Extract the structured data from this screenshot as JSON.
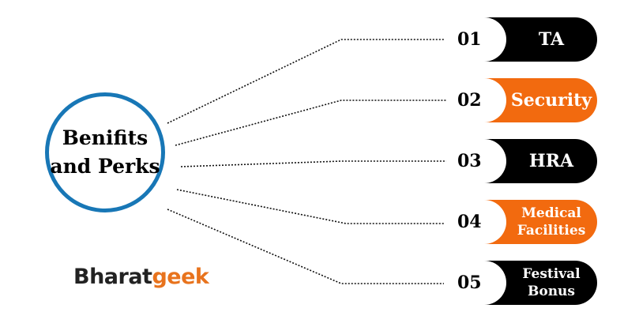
{
  "center": {
    "line1": "Benifits",
    "line2": "and Perks"
  },
  "items": [
    {
      "number": "01",
      "label": "TA",
      "color": "#000000"
    },
    {
      "number": "02",
      "label": "Security",
      "color": "#f26a0f"
    },
    {
      "number": "03",
      "label": "HRA",
      "color": "#000000"
    },
    {
      "number": "04",
      "label": "Medical Facilities",
      "label_lines": [
        "Medical",
        "Facilities"
      ],
      "color": "#f26a0f"
    },
    {
      "number": "05",
      "label": "Festival Bonus",
      "label_lines": [
        "Festival",
        "Bonus"
      ],
      "color": "#000000"
    }
  ],
  "brand": {
    "part1": "Bharat",
    "part2": "geek",
    "color1": "#222222",
    "color2": "#e8731d"
  },
  "colors": {
    "hub_border": "#1877b6"
  }
}
